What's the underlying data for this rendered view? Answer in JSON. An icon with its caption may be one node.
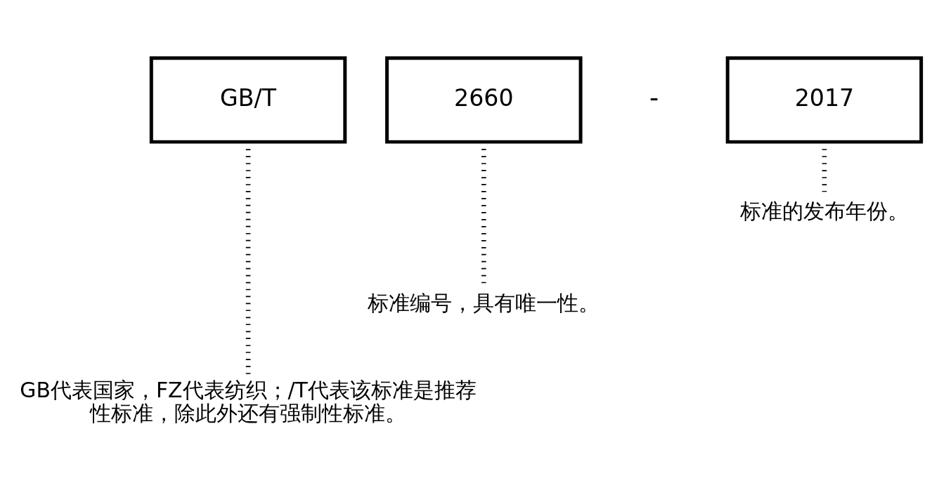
{
  "diagram": {
    "nodes": [
      {
        "text": [
          "GB/T"
        ]
      },
      {
        "text": [
          "2660"
        ]
      },
      {
        "text": [
          "2017"
        ]
      },
      {
        "text": [
          "GB代表国家，FZ代表纺织；/T代表该标准是推荐性标准，除此外还有强制性标准。"
        ]
      },
      {
        "text": [
          "标准编号，具有唯一性。"
        ]
      },
      {
        "text": [
          "标准的发布年份。"
        ]
      }
    ],
    "edges": [
      {
        "from": 0,
        "to": 3,
        "arrow": "none",
        "style": "dashed"
      },
      {
        "from": 1,
        "to": 4,
        "arrow": "none",
        "style": "dashed"
      },
      {
        "from": 2,
        "to": 5,
        "arrow": "none",
        "style": "dashed"
      }
    ],
    "labels": [
      "-"
    ]
  }
}
